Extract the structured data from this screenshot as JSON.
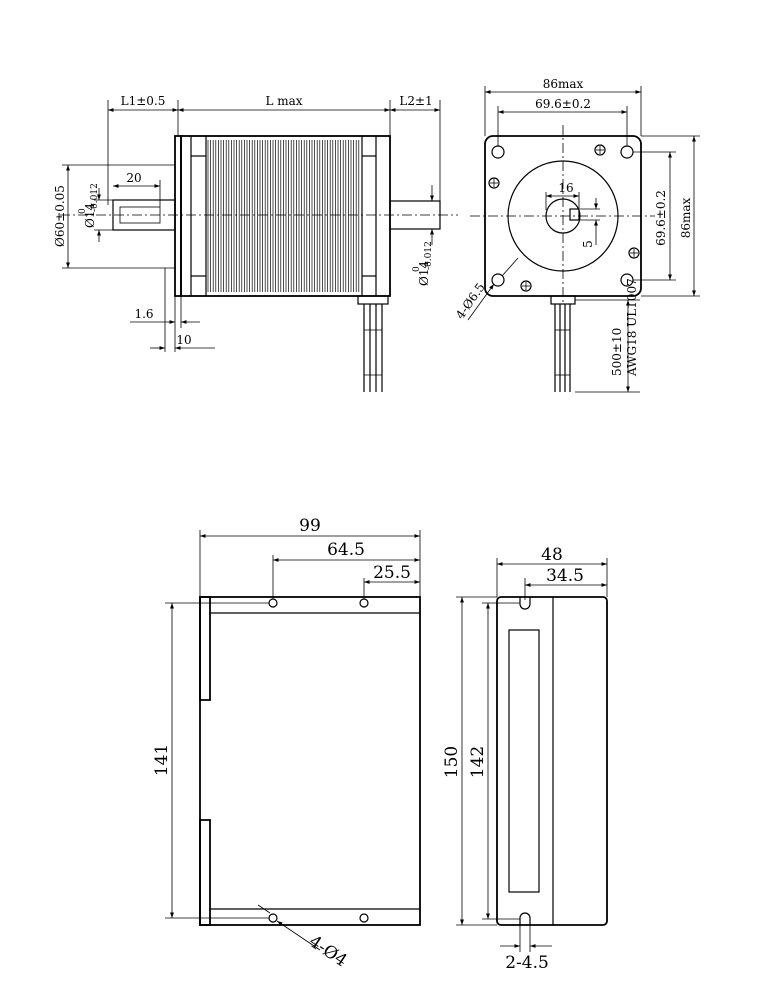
{
  "motor_side": {
    "l1": "L1±0.5",
    "l": "L max",
    "l2": "L2±1",
    "shaft_len": "20",
    "pilot_dia": "Ø60±0.05",
    "shaft_dia_front": "Ø14",
    "shaft_dia_front_upper": "0",
    "shaft_dia_front_lower": "-0.012",
    "shaft_dia_rear": "Ø14",
    "shaft_dia_rear_upper": "0",
    "shaft_dia_rear_lower": "-0.012",
    "flange_thick": "1.6",
    "pilot_len": "10"
  },
  "motor_front": {
    "width_max": "86max",
    "hole_spacing_h": "69.6±0.2",
    "hole_spacing_v": "69.6±0.2",
    "height_max": "86max",
    "key_width": "16",
    "key_depth": "5",
    "hole_note": "4-Ø6.5",
    "lead_len": "500±10",
    "wire": "AWG18 UL1007"
  },
  "driver_side": {
    "width": "99",
    "hole_dist_1": "64.5",
    "hole_dist_2": "25.5",
    "height": "141",
    "hole_note": "4-Ø4"
  },
  "driver_front": {
    "depth": "48",
    "slot_dist": "34.5",
    "height": "150",
    "inner_height": "142",
    "slot_note": "2-4.5"
  }
}
